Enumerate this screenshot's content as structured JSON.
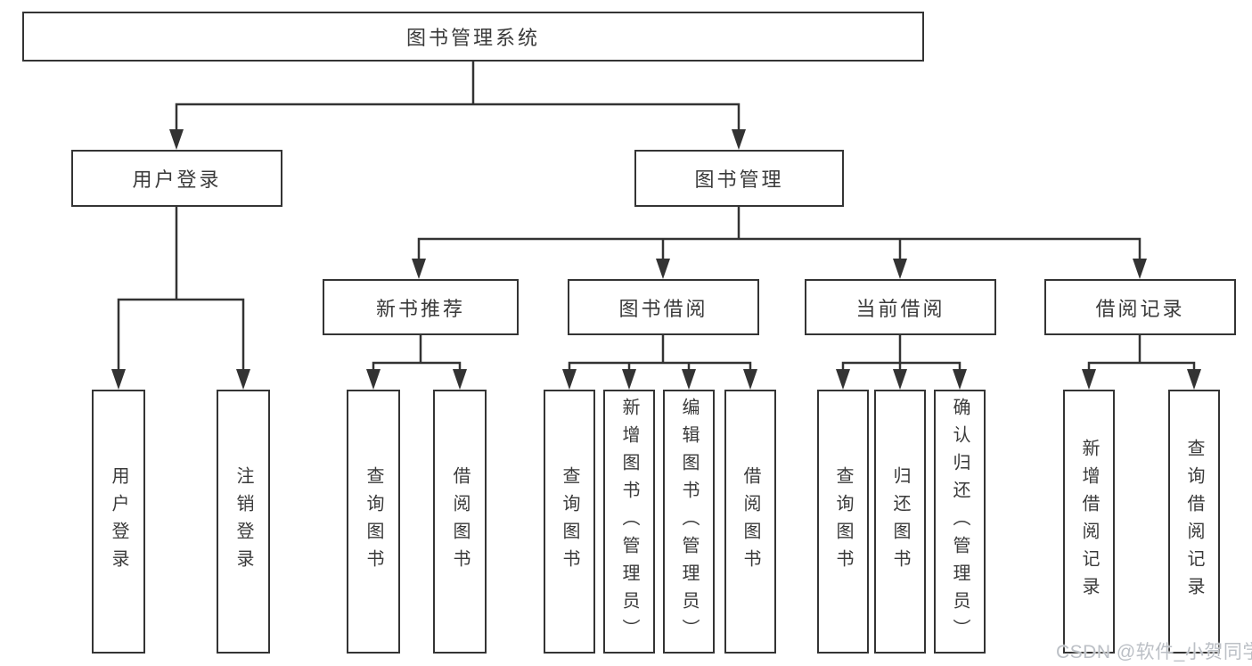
{
  "diagram": {
    "root": "图书管理系统",
    "level2": {
      "user_login": "用户登录",
      "book_management": "图书管理"
    },
    "user_login_children": [
      "用户登录",
      "注销登录"
    ],
    "modules": [
      {
        "label": "新书推荐",
        "children": [
          "查询图书",
          "借阅图书"
        ]
      },
      {
        "label": "图书借阅",
        "children": [
          "查询图书",
          "新增图书（管理员）",
          "编辑图书（管理员）",
          "借阅图书"
        ]
      },
      {
        "label": "当前借阅",
        "children": [
          "查询图书",
          "归还图书",
          "确认归还（管理员）"
        ]
      },
      {
        "label": "借阅记录",
        "children": [
          "新增借阅记录",
          "查询借阅记录"
        ]
      }
    ]
  },
  "watermark": {
    "text": "CSDN @软件_小贺同学"
  },
  "colors": {
    "line": "#333333",
    "box_border": "#343434",
    "text": "#3a3a3a",
    "watermark": "#bcc0c6",
    "background": "#ffffff"
  }
}
